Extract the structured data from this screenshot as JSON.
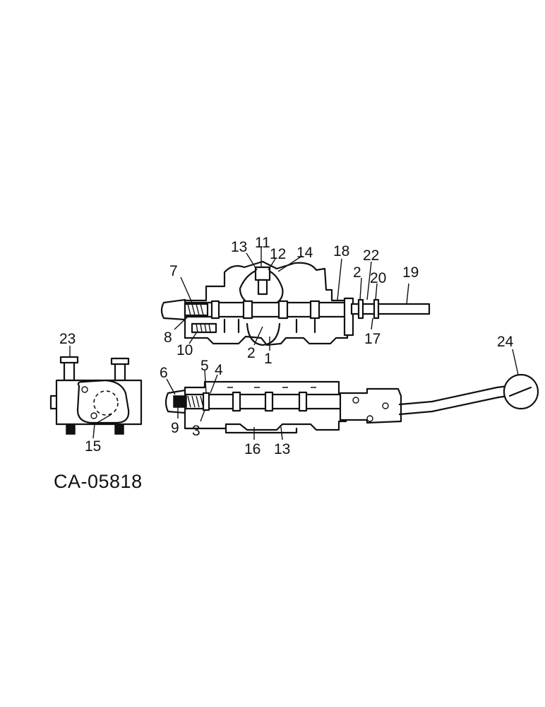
{
  "diagram_code": "CA-05818",
  "callouts": {
    "c1": "1",
    "c2a": "2",
    "c2b": "2",
    "c3": "3",
    "c4": "4",
    "c5": "5",
    "c6": "6",
    "c7": "7",
    "c8": "8",
    "c9": "9",
    "c10": "10",
    "c11": "11",
    "c12": "12",
    "c13a": "13",
    "c13b": "13",
    "c14": "14",
    "c15": "15",
    "c16": "16",
    "c17": "17",
    "c18": "18",
    "c19": "19",
    "c20": "20",
    "c22": "22",
    "c23": "23",
    "c24": "24"
  }
}
